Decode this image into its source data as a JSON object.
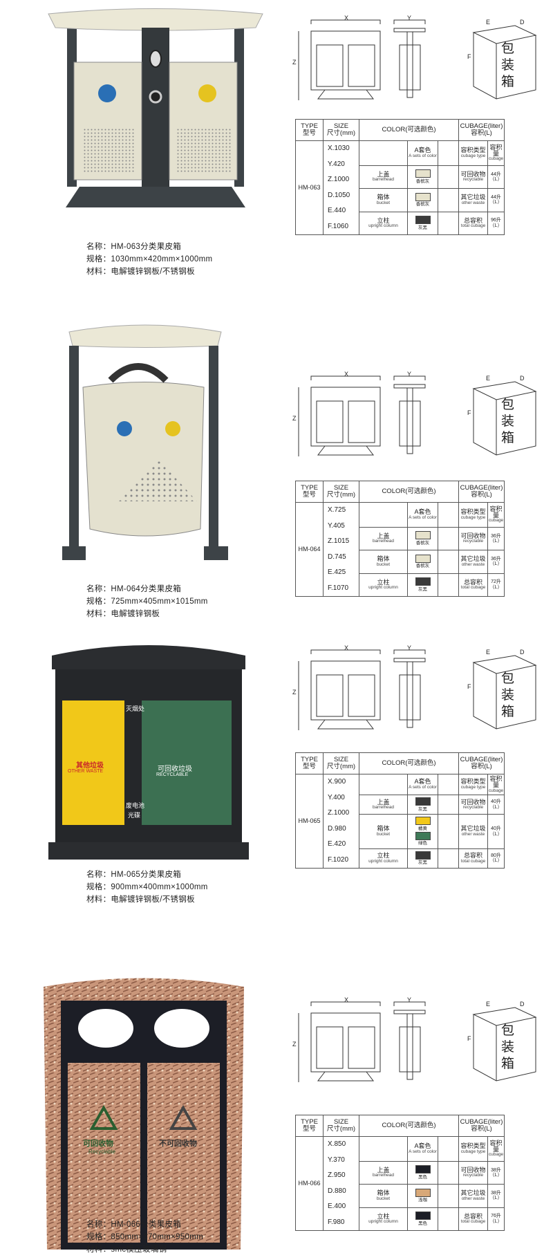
{
  "table_headers": {
    "type_en": "TYPE",
    "type_cn": "型号",
    "size_en": "SIZE",
    "size_cn": "尺寸(mm)",
    "color": "COLOR(可选颜色)",
    "cubage_en": "CUBAGE(liter)",
    "cubage_cn": "容积(L)",
    "aset_cn": "A套色",
    "aset_en": "A sets of color",
    "ctype_cn": "容积类型",
    "ctype_en": "cubage type",
    "cub_cn": "容积量",
    "cub_en": "cubage",
    "parts": [
      {
        "cn": "上盖",
        "en": "barrelhead"
      },
      {
        "cn": "箱体",
        "en": "bucket"
      },
      {
        "cn": "立柱",
        "en": "upright column"
      }
    ],
    "cubage_types": [
      {
        "cn": "可回收物",
        "en": "recyclable"
      },
      {
        "cn": "其它垃圾",
        "en": "other waste"
      },
      {
        "cn": "总容积",
        "en": "total cubage"
      }
    ]
  },
  "diagram_labels": {
    "x": "X",
    "y": "Y",
    "z": "Z",
    "e": "E",
    "d": "D",
    "f": "F",
    "box": [
      "包",
      "装",
      "箱"
    ]
  },
  "products": [
    {
      "model": "HM-063",
      "sizes": [
        "X.1030",
        "Y.420",
        "Z.1000",
        "D.1050",
        "E.440",
        "F.1060"
      ],
      "colors": [
        [
          {
            "name": "香槟灰",
            "hex": "#e6e2cc"
          }
        ],
        [
          {
            "name": "香槟灰",
            "hex": "#e6e2cc"
          }
        ],
        [
          {
            "name": "灰黑",
            "hex": "#3a3a3a"
          }
        ]
      ],
      "cubage": [
        "44升（L）",
        "44升（L）",
        "96升（L）"
      ],
      "caption": [
        "名称：HM-063分类果皮箱",
        "规格：1030mm×420mm×1000mm",
        "材料：电解镀锌钢板/不锈钢板"
      ]
    },
    {
      "model": "HM-064",
      "sizes": [
        "X.725",
        "Y.405",
        "Z.1015",
        "D.745",
        "E.425",
        "F.1070"
      ],
      "colors": [
        [
          {
            "name": "香槟灰",
            "hex": "#e6e2cc"
          }
        ],
        [
          {
            "name": "香槟灰",
            "hex": "#e6e2cc"
          }
        ],
        [
          {
            "name": "灰黑",
            "hex": "#3a3a3a"
          }
        ]
      ],
      "cubage": [
        "36升（L）",
        "36升（L）",
        "72升（L）"
      ],
      "caption": [
        "名称：HM-064分类果皮箱",
        "规格：725mm×405mm×1015mm",
        "材料：电解镀锌钢板"
      ]
    },
    {
      "model": "HM-065",
      "sizes": [
        "X.900",
        "Y.400",
        "Z.1000",
        "D.980",
        "E.420",
        "F.1020"
      ],
      "colors": [
        [
          {
            "name": "灰黑",
            "hex": "#3a3a3a"
          }
        ],
        [
          {
            "name": "橘黄",
            "hex": "#f2c81a"
          },
          {
            "name": "绿色",
            "hex": "#3f7a58"
          }
        ],
        [
          {
            "name": "灰黑",
            "hex": "#3a3a3a"
          }
        ]
      ],
      "cubage": [
        "40升（L）",
        "40升（L）",
        "80升（L）"
      ],
      "caption": [
        "名称：HM-065分类果皮箱",
        "规格：900mm×400mm×1000mm",
        "材料：电解镀锌钢板/不锈钢板"
      ],
      "labels": {
        "left": "其他垃圾",
        "left_en": "OTHER WASTE",
        "right": "可回收垃圾",
        "right_en": "RECYCLABLE",
        "top": "灭烟处",
        "mid": "废电池",
        "mid2": "光碟"
      }
    },
    {
      "model": "HM-066",
      "sizes": [
        "X.850",
        "Y.370",
        "Z.950",
        "D.880",
        "E.400",
        "F.980"
      ],
      "colors": [
        [
          {
            "name": "黑色",
            "hex": "#1c1e26"
          }
        ],
        [
          {
            "name": "浅咖",
            "hex": "#d8a878"
          }
        ],
        [
          {
            "name": "黑色",
            "hex": "#1c1e26"
          }
        ]
      ],
      "cubage": [
        "38升（L）",
        "38升（L）",
        "76升（L）"
      ],
      "caption": [
        "名称：HM-066分类果皮箱",
        "规格：850mm×370mm×950mm",
        "材料：smc模压玻璃钢"
      ],
      "labels": {
        "left": "可回收物",
        "left_en": "Recyclable",
        "right": "不可回收物"
      }
    }
  ]
}
